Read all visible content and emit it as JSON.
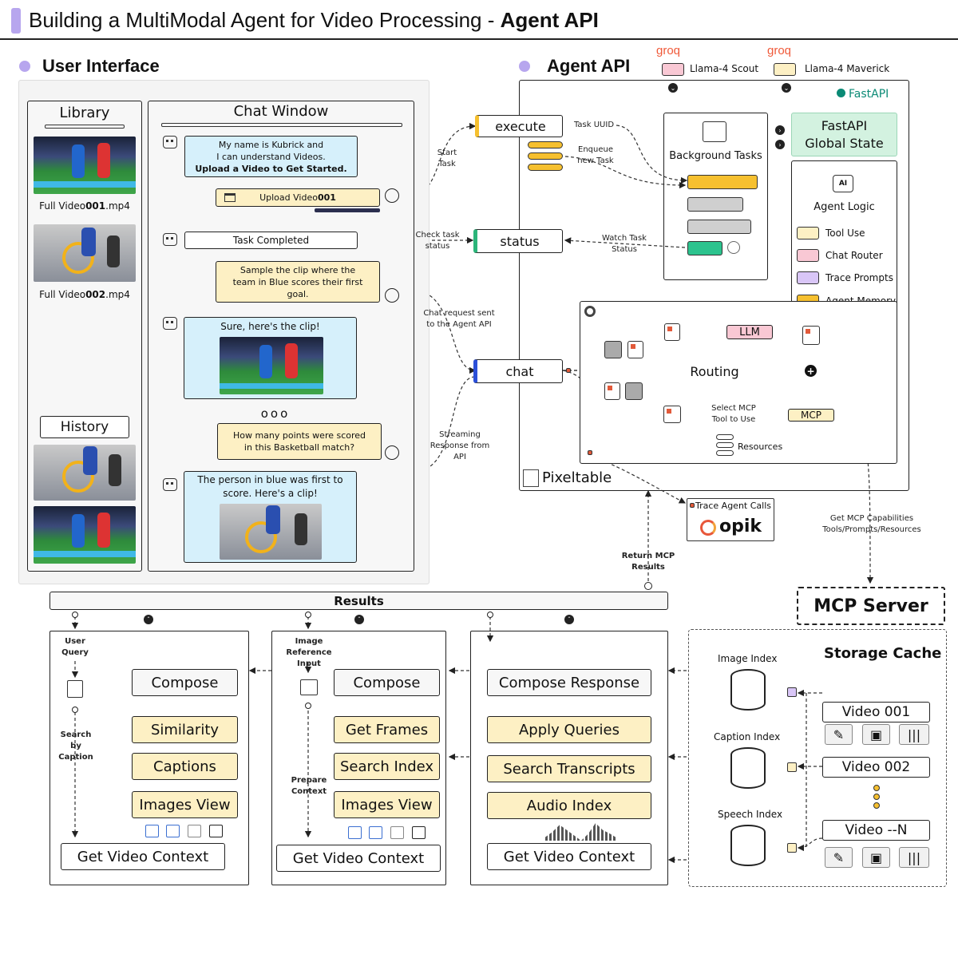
{
  "header": {
    "title": "Building a MultiModal Agent for Video Processing - ",
    "title_bold": "Agent API"
  },
  "ui": {
    "section_title": "User Interface",
    "library": {
      "title": "Library",
      "videos": [
        {
          "name_prefix": "Full Video ",
          "name_bold": "001",
          "name_suffix": ".mp4"
        },
        {
          "name_prefix": "Full Video ",
          "name_bold": "002",
          "name_suffix": ".mp4"
        }
      ]
    },
    "history_title": "History",
    "chat": {
      "title": "Chat Window",
      "bot_intro_1": "My name is Kubrick and",
      "bot_intro_2": "I can understand Videos.",
      "bot_intro_3": "Upload a Video to Get Started.",
      "upload_prefix": "Upload Video ",
      "upload_bold": "001",
      "task_completed": "Task Completed",
      "user_q1": "Sample the clip where the team in Blue scores their first goal.",
      "bot_a1": "Sure, here's the clip!",
      "ellipsis": "ooo",
      "user_q2": "How many points were scored in this Basketball match?",
      "bot_a2": "The person in blue was first to score. Here's a clip!"
    }
  },
  "flow_labels": {
    "start_task": "Start Task",
    "check_task": "Check task status",
    "chat_request": "Chat request sent to the Agent API",
    "streaming": "Streaming Response from API",
    "task_uuid": "Task UUID",
    "enqueue": "Enqueue new Task",
    "watch": "Watch Task Status",
    "return_mcp": "Return MCP Results",
    "get_mcp": "Get MCP Capabilities Tools/Prompts/Resources",
    "trace_calls": "Trace Agent Calls"
  },
  "agent": {
    "section_title": "Agent API",
    "models": [
      {
        "provider": "groq",
        "name": "Llama-4 Scout",
        "color": "#f9c8d4"
      },
      {
        "provider": "groq",
        "name": "Llama-4 Maverick",
        "color": "#fdf0c4"
      }
    ],
    "fastapi_logo": "FastAPI",
    "global_state_1": "FastAPI",
    "global_state_2": "Global State",
    "endpoints": {
      "execute": "execute",
      "status": "status",
      "chat": "chat"
    },
    "background_tasks": "Background Tasks",
    "logic_title": "Agent Logic",
    "legend": [
      {
        "label": "Tool Use",
        "color": "#fdf0c4"
      },
      {
        "label": "Chat Router",
        "color": "#f9c8d4"
      },
      {
        "label": "Trace Prompts",
        "color": "#d9c6f7"
      },
      {
        "label": "Agent Memory",
        "color": "#f6c02f"
      }
    ],
    "routing": "Routing",
    "llm": "LLM",
    "mcp": "MCP",
    "select_mcp": "Select MCP Tool to Use",
    "resources": "Resources",
    "pixeltable": "Pixeltable",
    "opik": "opik",
    "ai_label": "AI"
  },
  "results": {
    "title": "Results",
    "col1": {
      "top_label": "User Query",
      "mid_label": "Search by Caption",
      "items": [
        "Compose",
        "Similarity",
        "Captions",
        "Images View"
      ],
      "footer": "Get Video Context"
    },
    "col2": {
      "top_label": "Image Reference Input",
      "mid_label": "Prepare Context",
      "items": [
        "Compose",
        "Get Frames",
        "Search Index",
        "Images View"
      ],
      "footer": "Get Video Context"
    },
    "col3": {
      "items": [
        "Compose Response",
        "Apply Queries",
        "Search Transcripts",
        "Audio Index"
      ],
      "footer": "Get Video Context"
    }
  },
  "mcp_server": {
    "title": "MCP Server",
    "storage_title": "Storage Cache",
    "indexes": [
      "Image Index",
      "Caption Index",
      "Speech Index"
    ],
    "videos": [
      "Video 001",
      "Video 002",
      "Video --N"
    ]
  }
}
